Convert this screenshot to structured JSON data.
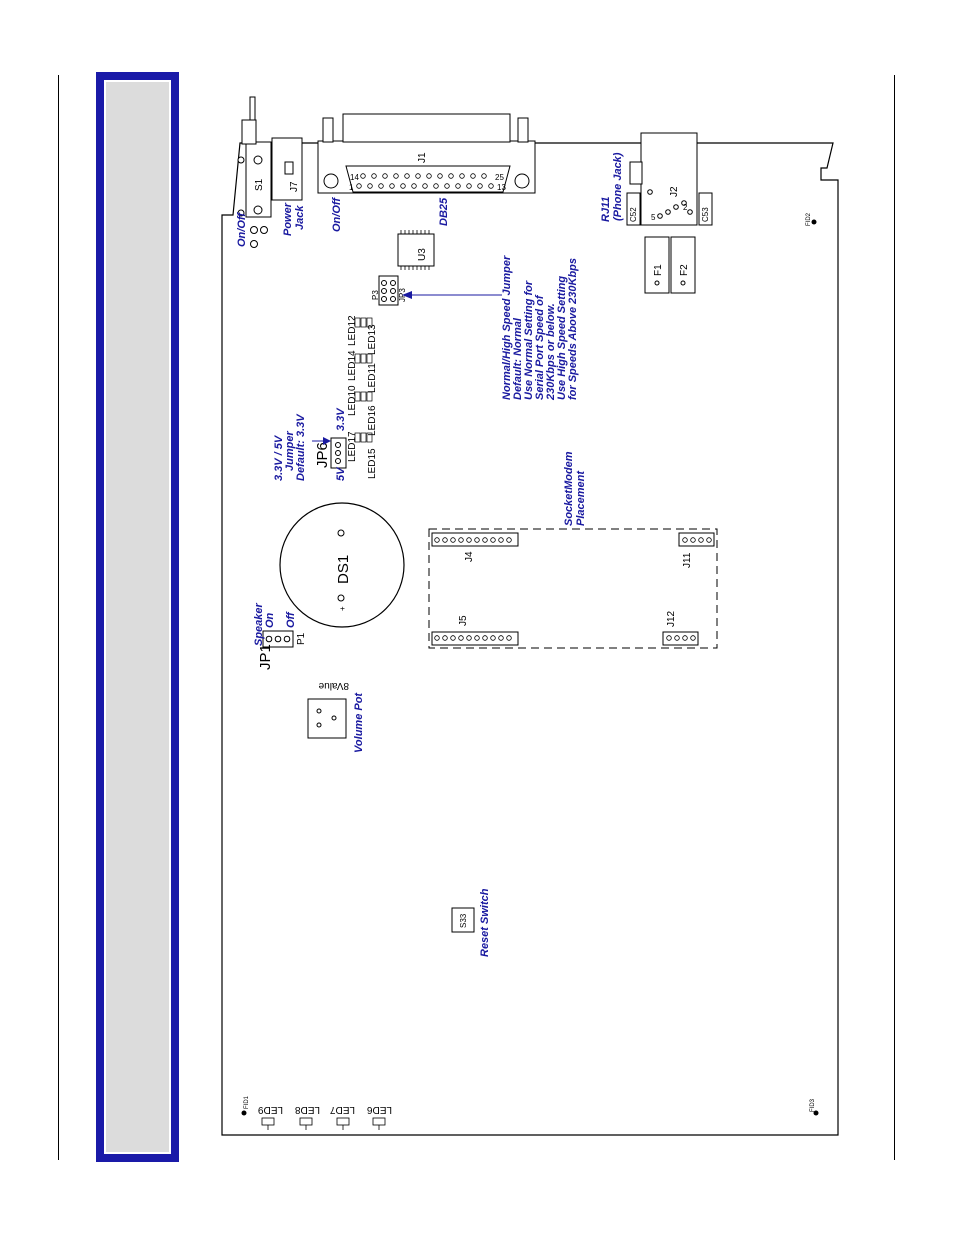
{
  "diagram": {
    "labels": {
      "on_off_left": "On/Off",
      "power_jack_1": "Power",
      "power_jack_2": "Jack",
      "on_off_db": "On/Off",
      "db25": "DB25",
      "rj11_1": "RJ11",
      "rj11_2": "(Phone Jack)",
      "jumper_speed": [
        "Normal/High Speed Jumper",
        "Default: Normal",
        "Use Normal Setting for",
        "Serial Port Speed of",
        "230Kbps or below.",
        "Use High Speed Setting",
        "for Speeds Above 230Kbps"
      ],
      "jumper_33": [
        "3.3V / 5V",
        "Jumper",
        "Default: 3.3V"
      ],
      "v33": "3.3V",
      "v5": "5V",
      "socketmodem_1": "SocketModem",
      "socketmodem_2": "Placement",
      "speaker": "Speaker",
      "speaker_on": "On",
      "speaker_off": "Off",
      "volume_pot": "Volume Pot",
      "reset_switch": "Reset Switch"
    },
    "refs": {
      "s1": "S1",
      "j7": "J7",
      "j1": "J1",
      "pin14": "14",
      "pin25": "25",
      "pin1": "1",
      "pin13": "13",
      "j2": "J2",
      "p5": "5",
      "p2": "2",
      "c52": "C52",
      "c53": "C53",
      "fid2": "FID2",
      "u3": "U3",
      "f1": "F1",
      "f2": "F2",
      "p3": "P3",
      "jp3": "JP3",
      "led12": "LED12",
      "led14": "LED14",
      "led13": "LED13",
      "led10": "LED10",
      "led11": "LED11",
      "led17": "LED17",
      "led16": "LED16",
      "led15": "LED15",
      "jp6": "JP6",
      "ds1": "DS1",
      "j4": "J4",
      "j5": "J5",
      "j11": "J11",
      "j12": "J12",
      "jp1": "JP1",
      "p1": "P1",
      "vvalue": "8Value",
      "s33": "S33",
      "fid1": "FID1",
      "fid3": "FID3",
      "led9": "LED9",
      "led8": "LED8",
      "led7": "LED7",
      "led6": "LED6"
    }
  }
}
